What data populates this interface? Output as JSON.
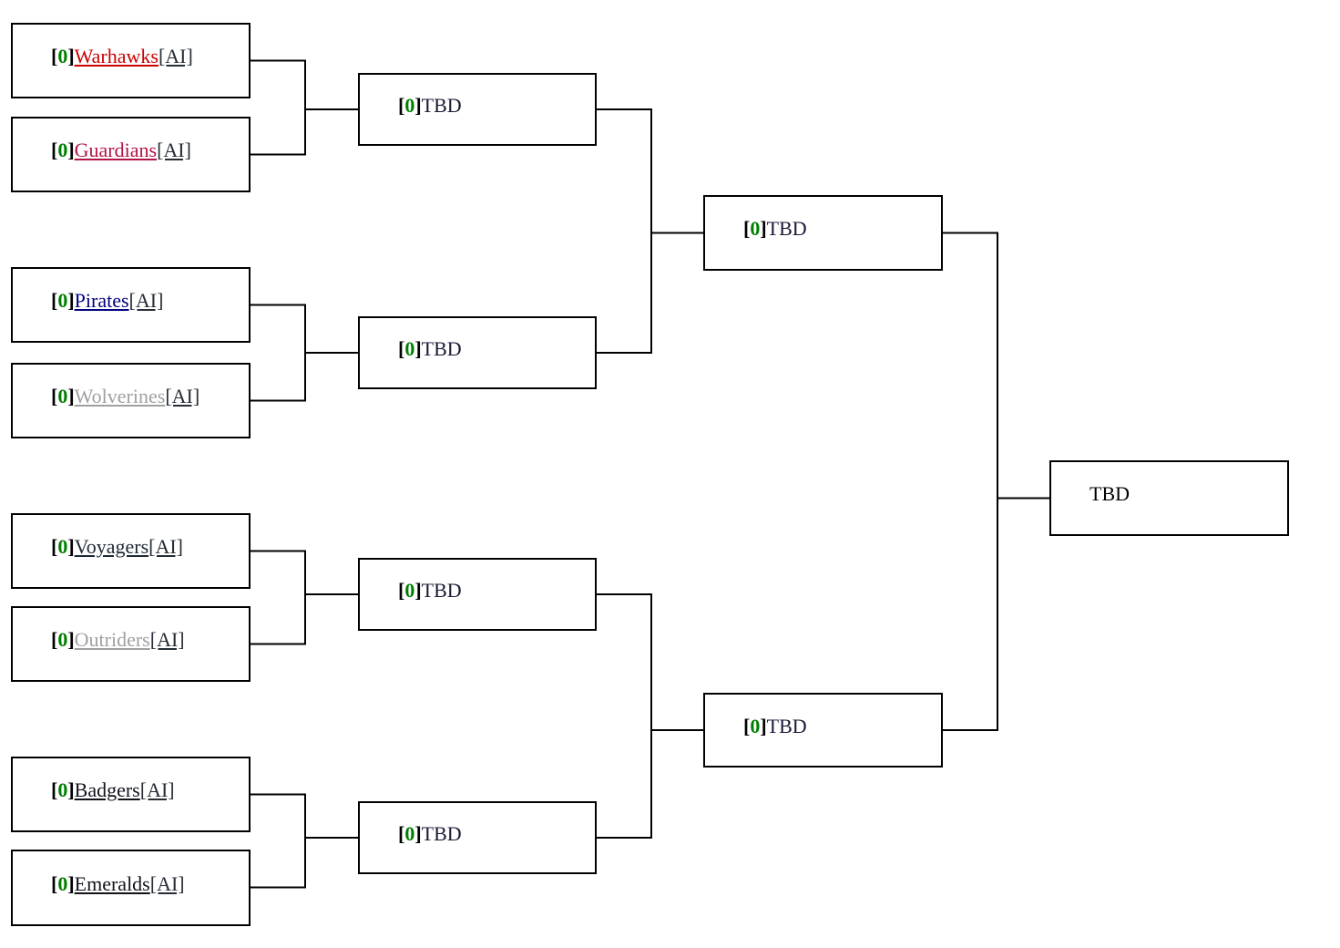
{
  "bracket": {
    "open": "[",
    "close": "]"
  },
  "colors": {
    "score": "#008000",
    "bracket_text": "#000000",
    "ai_tag": "#262d36",
    "tbd": "#191937",
    "final_tbd": "#000000",
    "line": "#000000",
    "border": "#000000"
  },
  "teams": [
    {
      "score": "0",
      "name": "Warhawks",
      "tag": "[AI]",
      "color": "#cc0000"
    },
    {
      "score": "0",
      "name": "Guardians",
      "tag": "[AI]",
      "color": "#b41446"
    },
    {
      "score": "0",
      "name": "Pirates",
      "tag": "[AI]",
      "color": "#000080"
    },
    {
      "score": "0",
      "name": "Wolverines",
      "tag": "[AI]",
      "color": "#a0a0a0"
    },
    {
      "score": "0",
      "name": "Voyagers",
      "tag": "[AI]",
      "color": "#1f2a35"
    },
    {
      "score": "0",
      "name": "Outriders",
      "tag": "[AI]",
      "color": "#a0a0a0"
    },
    {
      "score": "0",
      "name": "Badgers",
      "tag": "[AI]",
      "color": "#12121c"
    },
    {
      "score": "0",
      "name": "Emeralds",
      "tag": "[AI]",
      "color": "#12121c"
    }
  ],
  "round2": [
    {
      "score": "0",
      "label": "TBD"
    },
    {
      "score": "0",
      "label": "TBD"
    },
    {
      "score": "0",
      "label": "TBD"
    },
    {
      "score": "0",
      "label": "TBD"
    }
  ],
  "semifinals": [
    {
      "score": "0",
      "label": "TBD"
    },
    {
      "score": "0",
      "label": "TBD"
    }
  ],
  "final": {
    "label": "TBD"
  }
}
